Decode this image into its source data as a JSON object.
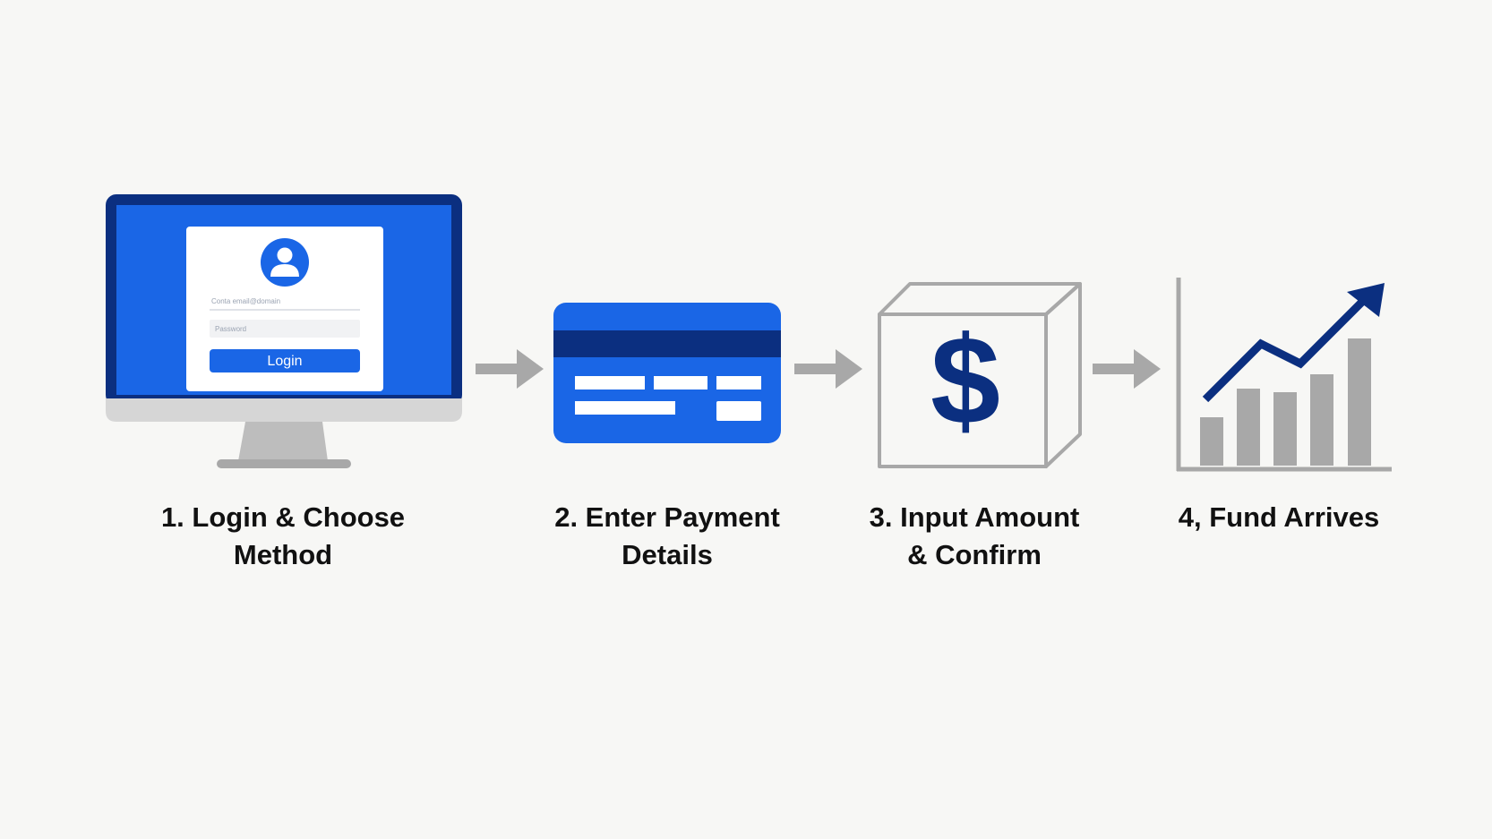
{
  "steps": [
    {
      "label": "1. Login & Choose\nMethod",
      "icon": "computer-login-icon"
    },
    {
      "label": "2. Enter Payment\nDetails",
      "icon": "credit-card-icon"
    },
    {
      "label": "3. Input Amount\n& Confirm",
      "icon": "dollar-box-icon"
    },
    {
      "label": "4, Fund Arrives",
      "icon": "growth-chart-icon"
    }
  ],
  "login_form": {
    "field_1": "Conta email@domain",
    "field_2": "Password",
    "button": "Login"
  },
  "colors": {
    "blue": "#1a66e6",
    "navy": "#0b2f80",
    "gray": "#a8a8a8",
    "text": "#111111"
  }
}
